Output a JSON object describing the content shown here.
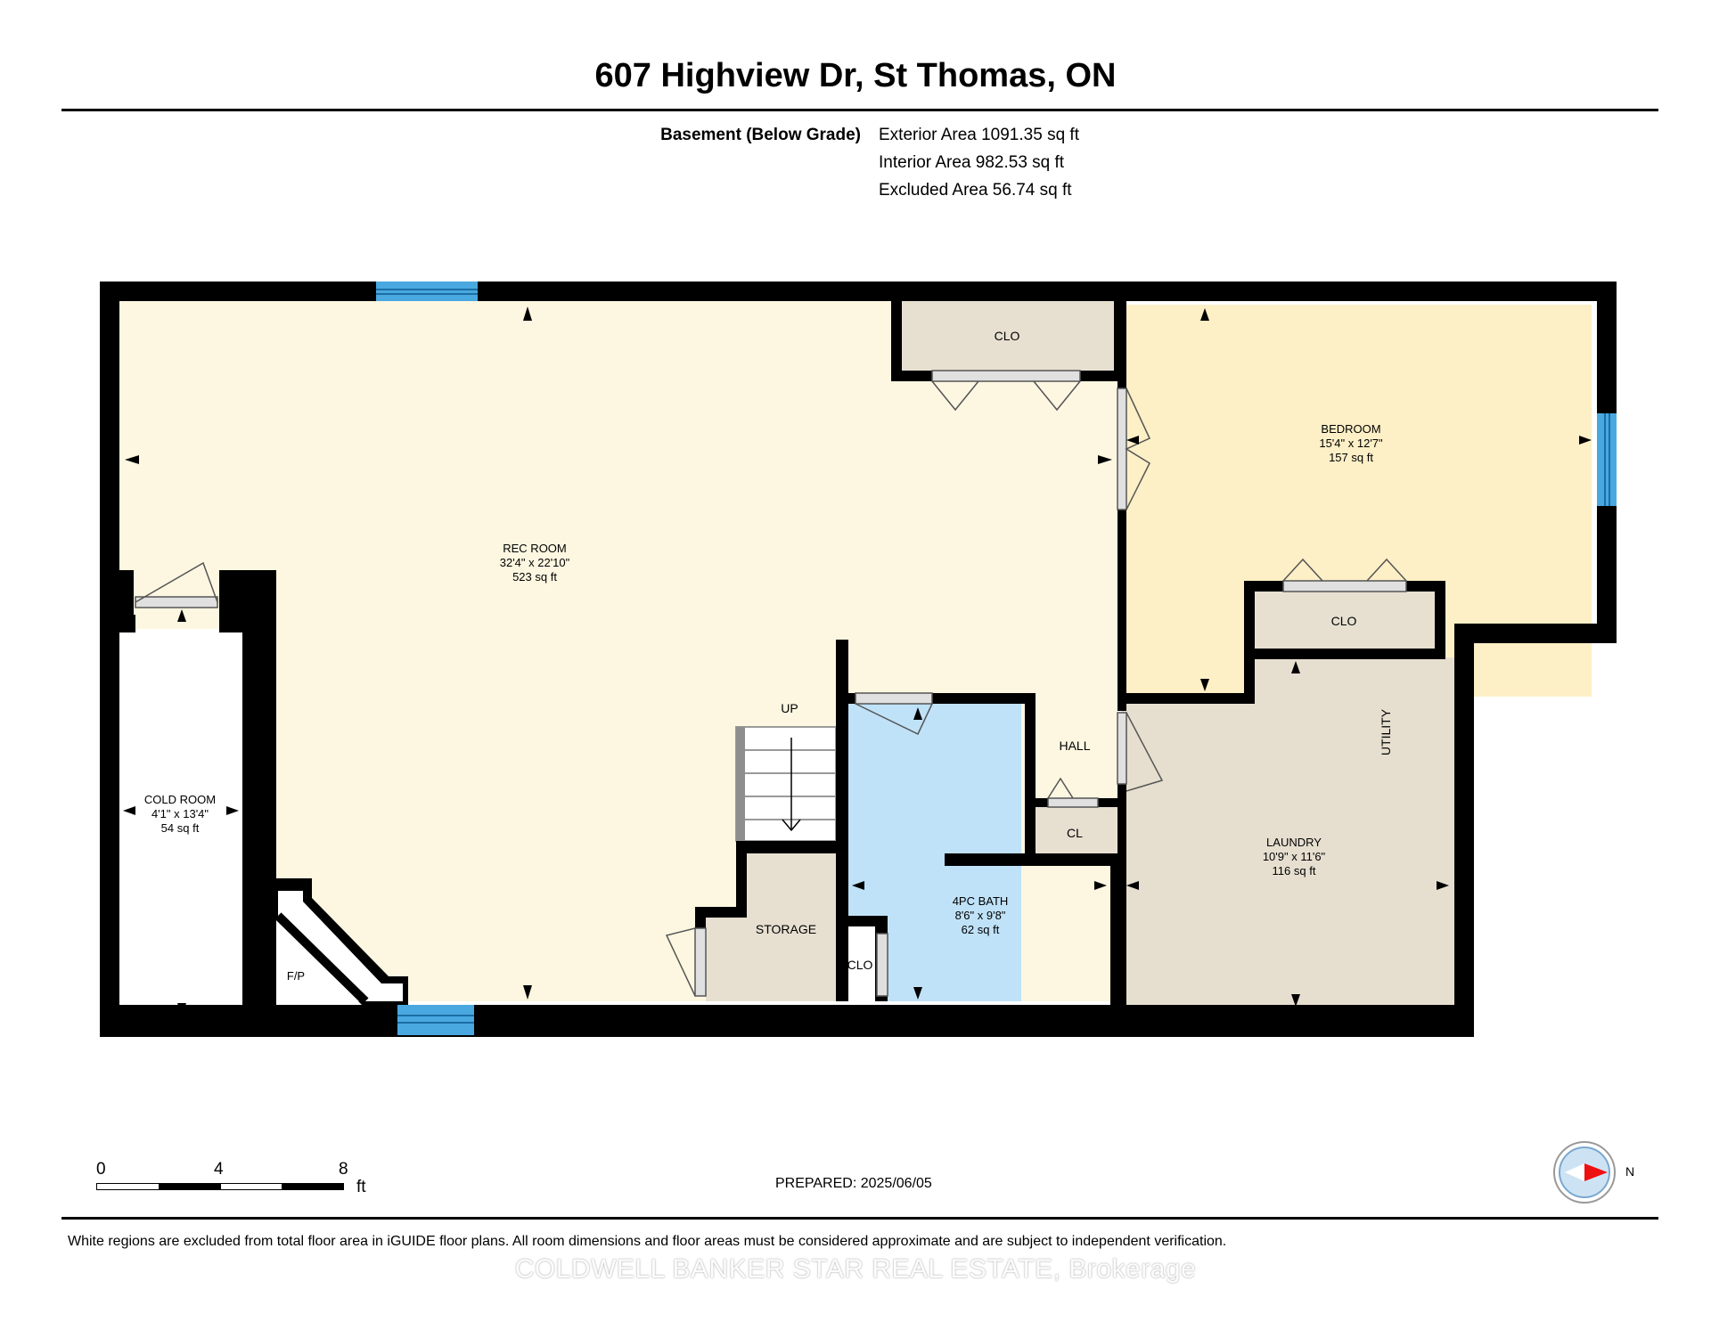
{
  "title": "607 Highview Dr, St Thomas, ON",
  "floor": {
    "label": "Basement (Below Grade)",
    "areas": [
      "Exterior Area 1091.35 sq ft",
      "Interior Area 982.53 sq ft",
      "Excluded Area 56.74 sq ft"
    ]
  },
  "rooms": {
    "rec_room": {
      "name": "REC ROOM",
      "dims": "32'4\" x 22'10\"",
      "area": "523 sq ft"
    },
    "bedroom": {
      "name": "BEDROOM",
      "dims": "15'4\" x 12'7\"",
      "area": "157 sq ft"
    },
    "cold_room": {
      "name": "COLD ROOM",
      "dims": "4'1\" x 13'4\"",
      "area": "54 sq ft"
    },
    "laundry": {
      "name": "LAUNDRY",
      "dims": "10'9\" x 11'6\"",
      "area": "116 sq ft"
    },
    "bath": {
      "name": "4PC BATH",
      "dims": "8'6\" x 9'8\"",
      "area": "62 sq ft"
    }
  },
  "labels": {
    "clo_top": "CLO",
    "clo_bedroom": "CLO",
    "clo_bath": "CLO",
    "cl_hall": "CL",
    "hall": "HALL",
    "up": "UP",
    "storage": "STORAGE",
    "utility": "UTILITY",
    "fp": "F/P"
  },
  "scale_bar": {
    "ticks": [
      "0",
      "4",
      "8"
    ],
    "unit": "ft"
  },
  "compass": {
    "label": "N"
  },
  "prepared": "PREPARED: 2025/06/05",
  "footer_note": "White regions are excluded from total floor area in iGUIDE floor plans. All room dimensions and floor areas must be considered approximate and are subject to independent verification.",
  "brokerage": "COLDWELL BANKER STAR REAL ESTATE, Brokerage",
  "colors": {
    "rec_room": "#fdf7e1",
    "bedroom": "#fdefc6",
    "bath": "#bfe2f8",
    "utility": "#e6dfd0",
    "closet": "#e7e0d1",
    "wall": "#000000",
    "window": "#4aa8e0"
  }
}
